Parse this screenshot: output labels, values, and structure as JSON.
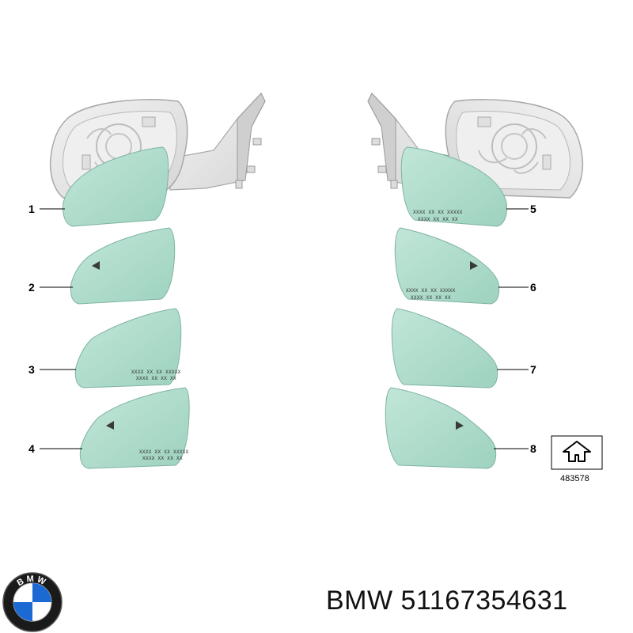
{
  "callouts": [
    "1",
    "2",
    "3",
    "4",
    "5",
    "6",
    "7",
    "8"
  ],
  "glass_markings": {
    "line1": "XXXX XX XX XXXXX",
    "line2": "XXXX XX XX XX"
  },
  "reference_box": {
    "number": "483578"
  },
  "footer": {
    "brand": "BMW",
    "part_number": "51167354631"
  },
  "logo": {
    "letters": "BMW"
  },
  "colors": {
    "glass_fill": "#a9dac8",
    "glass_edge": "#7fb3a2",
    "housing": "#e4e4e4",
    "housing_edge": "#a8a8a8",
    "bmw_blue": "#1c69d4"
  }
}
